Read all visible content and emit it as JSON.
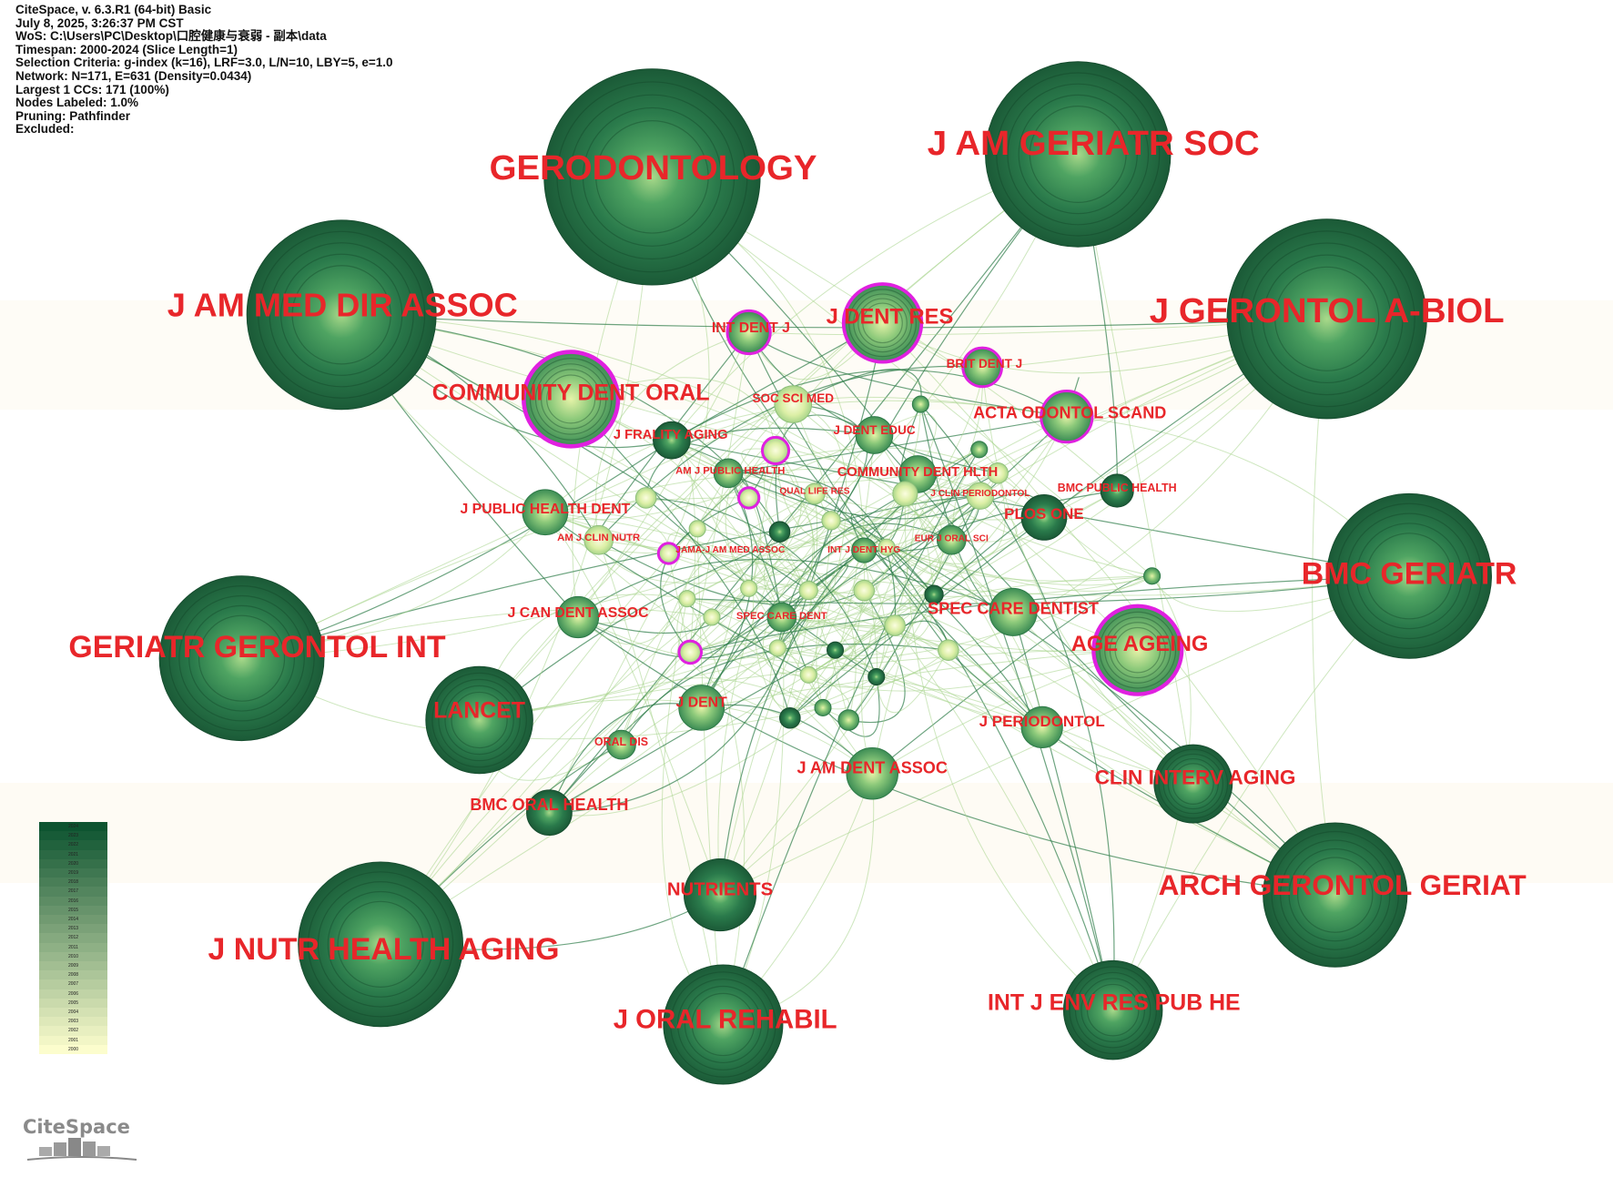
{
  "info": {
    "lines": [
      "CiteSpace, v. 6.3.R1 (64-bit) Basic",
      "July 8, 2025, 3:26:37 PM CST",
      "WoS: C:\\Users\\PC\\Desktop\\口腔健康与衰弱 - 副本\\data",
      "Timespan: 2000-2024 (Slice Length=1)",
      "Selection Criteria: g-index (k=16), LRF=3.0, L/N=10, LBY=5, e=1.0",
      "Network: N=171, E=631 (Density=0.0434)",
      "Largest 1 CCs: 171 (100%)",
      "Nodes Labeled: 1.0%",
      "Pruning: Pathfinder",
      "Excluded:"
    ]
  },
  "colors": {
    "label": "#e8262a",
    "centrality_ring": "#e020e0",
    "node_dark": "#1e5e3a",
    "node_light": "#f4f8c0",
    "edge": "#5aa860"
  },
  "nodes": [
    {
      "label": "GERODONTOLOGY"
    },
    {
      "label": "J AM GERIATR SOC"
    },
    {
      "label": "J AM MED DIR ASSOC"
    },
    {
      "label": "J GERONTOL A-BIOL"
    },
    {
      "label": "COMMUNITY DENT ORAL",
      "high_centrality": true
    },
    {
      "label": "J DENT RES",
      "high_centrality": true
    },
    {
      "label": "INT DENT J",
      "high_centrality": true
    },
    {
      "label": "BRIT DENT J",
      "high_centrality": true
    },
    {
      "label": "ACTA ODONTOL SCAND",
      "high_centrality": true
    },
    {
      "label": "BMC GERIATR"
    },
    {
      "label": "GERIATR GERONTOL INT"
    },
    {
      "label": "AGE AGEING",
      "high_centrality": true
    },
    {
      "label": "LANCET"
    },
    {
      "label": "CLIN INTERV AGING"
    },
    {
      "label": "ARCH GERONTOL GERIAT"
    },
    {
      "label": "J NUTR HEALTH AGING"
    },
    {
      "label": "NUTRIENTS"
    },
    {
      "label": "J ORAL REHABIL"
    },
    {
      "label": "INT J ENV RES PUB HE"
    },
    {
      "label": "BMC ORAL HEALTH"
    },
    {
      "label": "J AM DENT ASSOC"
    },
    {
      "label": "J PERIODONTOL"
    },
    {
      "label": "SPEC CARE DENTIST"
    },
    {
      "label": "J DENT"
    },
    {
      "label": "ORAL DIS"
    },
    {
      "label": "J CAN DENT ASSOC"
    },
    {
      "label": "SPEC CARE DENT"
    },
    {
      "label": "J PUBLIC HEALTH DENT"
    },
    {
      "label": "AM J CLIN NUTR"
    },
    {
      "label": "JAMA-J AM MED ASSOC",
      "high_centrality": true
    },
    {
      "label": "INT J DENT HYG"
    },
    {
      "label": "EUR J ORAL SCI"
    },
    {
      "label": "PLOS ONE"
    },
    {
      "label": "BMC PUBLIC HEALTH"
    },
    {
      "label": "J CLIN PERIODONTOL"
    },
    {
      "label": "COMMUNITY DENT HLTH"
    },
    {
      "label": "QUAL LIFE RES"
    },
    {
      "label": "AM J PUBLIC HEALTH"
    },
    {
      "label": "J FRALITY AGING"
    },
    {
      "label": "J DENT EDUC"
    },
    {
      "label": "SOC SCI MED"
    }
  ],
  "legend": {
    "years": [
      "2024",
      "2023",
      "2022",
      "2021",
      "2020",
      "2019",
      "2018",
      "2017",
      "2016",
      "2015",
      "2014",
      "2013",
      "2012",
      "2011",
      "2010",
      "2009",
      "2008",
      "2007",
      "2006",
      "2005",
      "2004",
      "2003",
      "2002",
      "2001",
      "2000"
    ]
  },
  "logo": {
    "text": "CiteSpace"
  }
}
